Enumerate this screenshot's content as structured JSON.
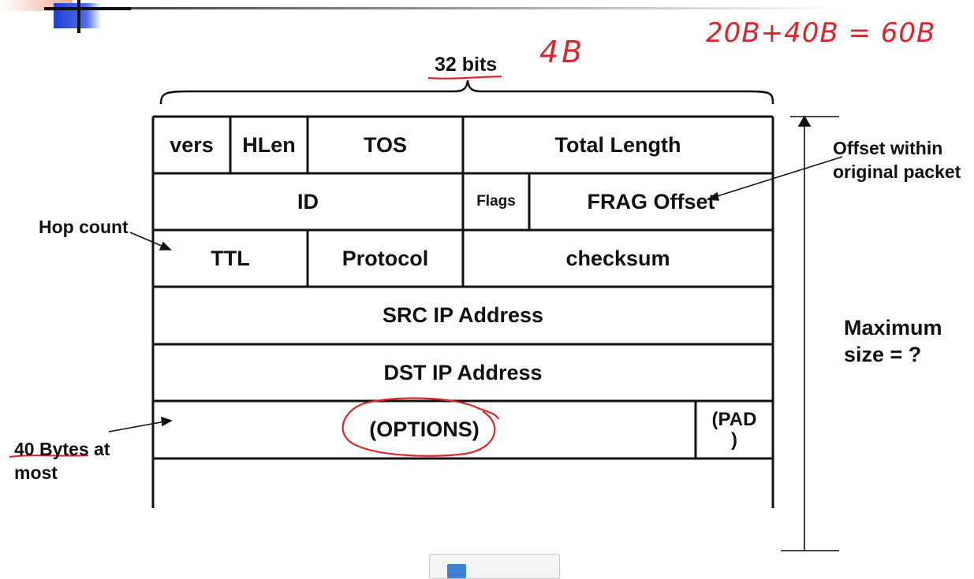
{
  "diagram": {
    "width_label": "32 bits",
    "rows": [
      {
        "cells": [
          "vers",
          "HLen",
          "TOS",
          "Total Length"
        ]
      },
      {
        "cells": [
          "ID",
          "Flags",
          "FRAG Offset"
        ]
      },
      {
        "cells": [
          "TTL",
          "Protocol",
          "checksum"
        ]
      },
      {
        "cells": [
          "SRC IP Address"
        ]
      },
      {
        "cells": [
          "DST IP Address"
        ]
      },
      {
        "cells": [
          "(OPTIONS)",
          "(PAD\n)"
        ]
      }
    ],
    "annotations": {
      "hop_count": "Hop count",
      "offset_note": "Offset within\noriginal packet",
      "options_note": "40 Bytes at\nmost",
      "max_size": "Maximum\nsize = ?"
    },
    "handwriting": {
      "word_size": "4B",
      "sum": "20B+40B = 60B"
    },
    "colors": {
      "ink": "#111111",
      "pen": "#d8262b",
      "logo_blue": "#1f3fd6",
      "logo_orange": "#f2a48a"
    }
  }
}
